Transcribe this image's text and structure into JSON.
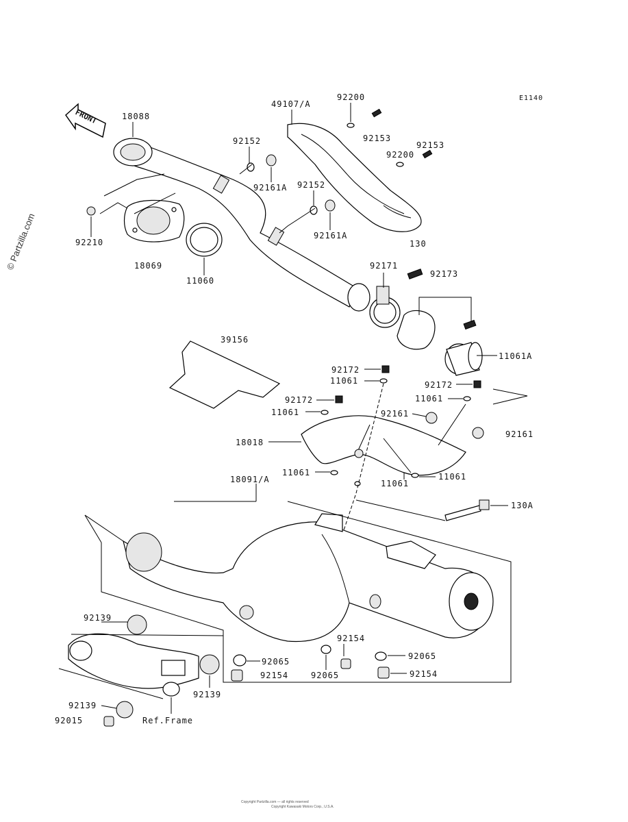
{
  "diagram_code": "E1140",
  "watermark": "© Partzilla.com",
  "front_arrow": "FRONT",
  "footer_lines": [
    "Copyright Partzilla.com — all rights reserved",
    "Copyright Kawasaki Motors Corp., U.S.A."
  ],
  "labels": {
    "p18088": "18088",
    "p49107a": "49107/A",
    "p92200a": "92200",
    "p92153a": "92153",
    "p92200b": "92200",
    "p92153b": "92153",
    "p92152a": "92152",
    "p92161a_1": "92161A",
    "p92152b": "92152",
    "p92161a_2": "92161A",
    "p130": "130",
    "p92210": "92210",
    "p18069": "18069",
    "p11060": "11060",
    "p92171": "92171",
    "p92173": "92173",
    "p39156": "39156",
    "p11061a": "11061A",
    "p92172a": "92172",
    "p11061a_w": "11061",
    "p92172b": "92172",
    "p11061b": "11061",
    "p92172c": "92172",
    "p11061c": "11061",
    "p92161x": "92161",
    "p92161y": "92161",
    "p18018": "18018",
    "p11061d": "11061",
    "p11061e": "11061",
    "p11061f": "11061",
    "p18091a": "18091/A",
    "p130a": "130A",
    "p92139a": "92139",
    "p92065a": "92065",
    "p92154a": "92154",
    "p92154b": "92154",
    "p92065b": "92065",
    "p92065c": "92065",
    "p92154c": "92154",
    "p92139b": "92139",
    "p92139c": "92139",
    "p92015": "92015",
    "ref_frame": "Ref.Frame"
  }
}
